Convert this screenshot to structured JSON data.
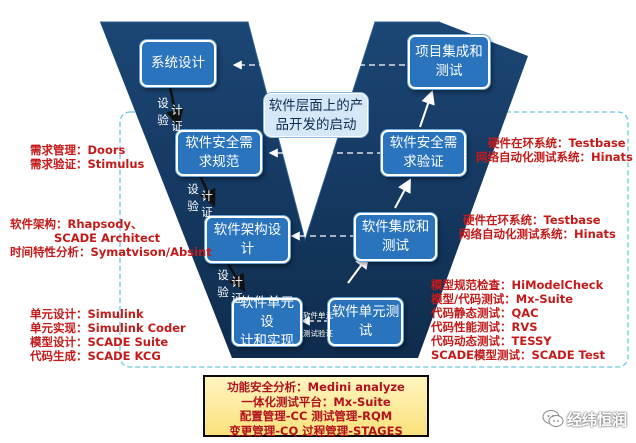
{
  "boxes": {
    "system_design": [
      "系统设计"
    ],
    "integration_test_project": [
      "项目集成和",
      "测试"
    ],
    "sw_safety_req": [
      "软件安全需",
      "求规范"
    ],
    "sw_safety_verify": [
      "软件安全需",
      "求验证"
    ],
    "sw_arch": [
      "软件架构设",
      "计"
    ],
    "sw_integration": [
      "软件集成和",
      "测试"
    ],
    "unit_design": [
      "软件单元设",
      "计和实现"
    ],
    "unit_test": [
      "软件单元测",
      "试"
    ]
  },
  "center_label": [
    "软件层面上的产",
    "品开发的启动"
  ],
  "v_labels": {
    "design_verify": [
      "设",
      "计",
      "验",
      "证"
    ],
    "unit_small_top": "软件单元",
    "unit_small_bottom": "测试验证"
  },
  "annotations": {
    "left_req": [
      "需求管理：Doors",
      "需求验证：Stimulus"
    ],
    "left_arch": [
      "软件架构：Rhapsody、",
      "SCADE Architect",
      "时间特性分析：Symatvison/Absint"
    ],
    "left_unit": [
      "单元设计：Simulink",
      "单元实现：Simulink Coder",
      "模型设计：SCADE Suite",
      "代码生成：SCADE  KCG"
    ],
    "right_safety": [
      "硬件在环系统：Testbase",
      "网络自动化测试系统：Hinats"
    ],
    "right_integration": [
      "硬件在环系统：Testbase",
      "网络自动化测试系统：Hinats"
    ],
    "right_unit": [
      "模型规范检查：HiModelCheck",
      "模型/代码测试：Mx-Suite",
      "代码静态测试：QAC",
      "代码性能测试：RVS",
      "代码动态测试：TESSY",
      "SCADE模型测试：SCADE Test"
    ]
  },
  "bottom_box": [
    "功能安全分析：Medini analyze",
    "一体化测试平台：Mx-Suite",
    "配置管理-CC  测试管理-RQM",
    "变更管理-CQ  过程管理-STAGES"
  ],
  "watermark": "经纬恒润",
  "colors": {
    "v_shape": "#15375f",
    "box_fill": "#2a74bd",
    "annotation_red": "#c41a1a",
    "dashed_frame": "#6cc7e3",
    "bottom_fill": "#fbe27d"
  }
}
